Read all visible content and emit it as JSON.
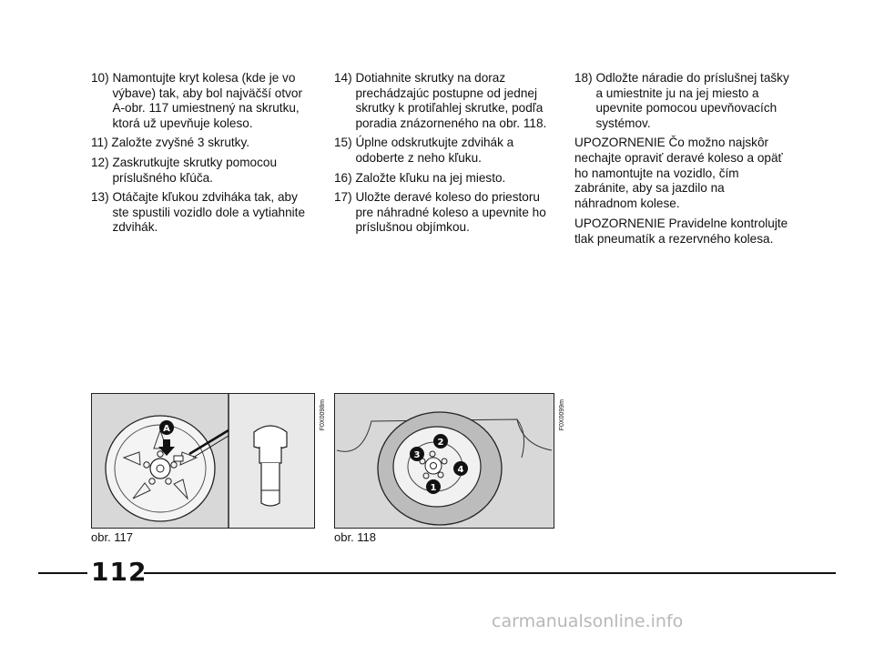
{
  "column1": {
    "items": [
      {
        "num": "10)",
        "text": "Namontujte kryt kolesa (kde je vo výbave) tak, aby bol najväčší otvor A-obr. 117 umiestnený na skrutku, ktorá už upevňuje koleso."
      },
      {
        "num": "11)",
        "text": "Založte zvyšné 3 skrutky."
      },
      {
        "num": "12)",
        "text": "Zaskrutkujte skrutky pomocou príslušného kľúča."
      },
      {
        "num": "13)",
        "text": "Otáčajte kľukou zdviháka tak, aby ste spustili vozidlo dole a vytiahnite zdvihák."
      }
    ]
  },
  "column2": {
    "items": [
      {
        "num": "14)",
        "text": "Dotiahnite skrutky na doraz prechádzajúc postupne od jednej skrutky k protiľahlej skrutke, podľa poradia znázorneného na obr. 118."
      },
      {
        "num": "15)",
        "text": "Úplne odskrutkujte zdvihák a odoberte z neho kľuku."
      },
      {
        "num": "16)",
        "text": "Založte kľuku na jej miesto."
      },
      {
        "num": "17)",
        "text": "Uložte deravé koleso do priestoru pre náhradné koleso a upevnite ho príslušnou objímkou."
      }
    ]
  },
  "column3": {
    "items": [
      {
        "num": "18)",
        "text": "Odložte náradie do príslušnej tašky a umiestnite ju na jej miesto a upevnite pomocou upevňovacích systémov."
      }
    ],
    "paragraphs": [
      "UPOZORNENIE Čo možno najskôr nechajte opraviť deravé koleso a opäť ho namontujte na vozidlo, čím zabránite, aby sa jazdilo na náhradnom kolese.",
      "UPOZORNENIE Pravidelne kontrolujte tlak pneumatík a rezervného kolesa."
    ]
  },
  "figure1": {
    "caption": "obr. 117",
    "code": "F0X0098m",
    "label_a": "A"
  },
  "figure2": {
    "caption": "obr. 118",
    "code": "F0X0099m",
    "labels": [
      "1",
      "2",
      "3",
      "4"
    ]
  },
  "page_number": "112",
  "watermark": "carmanualsonline.info"
}
